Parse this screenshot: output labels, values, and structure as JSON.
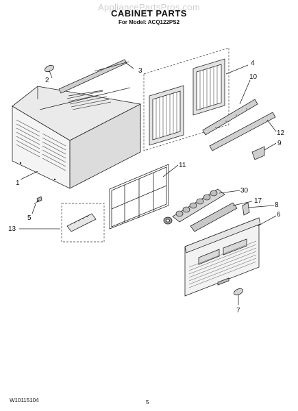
{
  "watermark": "AppliancePartsPros.com",
  "title": "CABINET PARTS",
  "subtitle": "For Model: ACQ122PS2",
  "footer": {
    "doc_number": "W10115104",
    "page_number": "5"
  },
  "callouts": {
    "c1": "1",
    "c2": "2",
    "c3": "3",
    "c4": "4",
    "c5": "5",
    "c6": "6",
    "c7": "7",
    "c8": "8",
    "c9": "9",
    "c10": "10",
    "c11": "11",
    "c12": "12",
    "c13": "13",
    "c17": "17",
    "c30": "30"
  }
}
